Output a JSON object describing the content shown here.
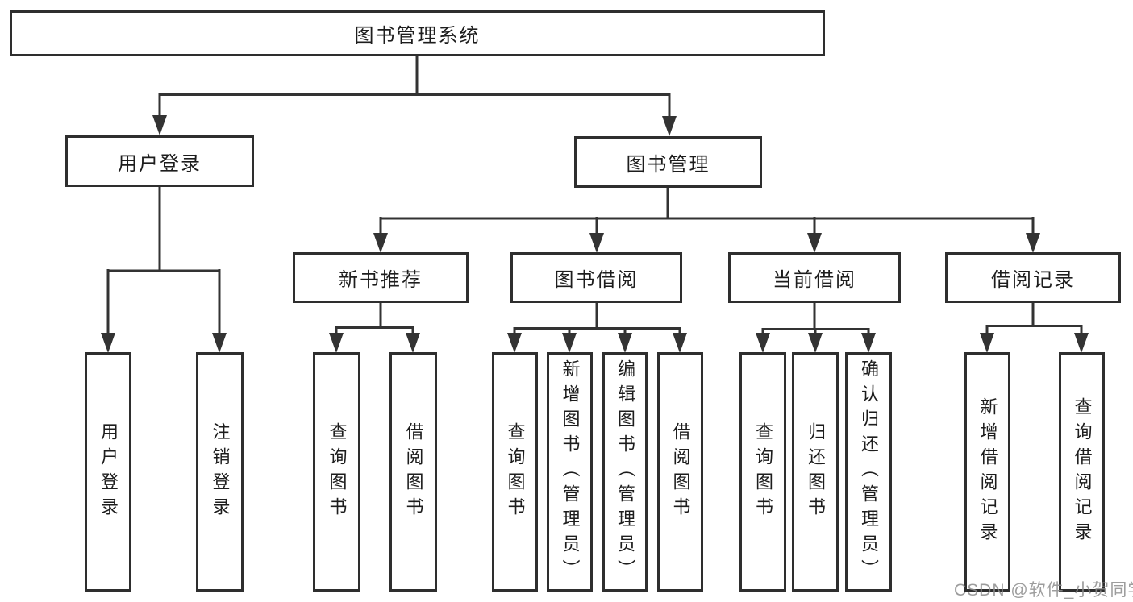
{
  "nodes": {
    "root": "图书管理系统",
    "user_login": "用户登录",
    "book_management": "图书管理",
    "new_book_recommend": "新书推荐",
    "book_borrowing": "图书借阅",
    "current_borrowing": "当前借阅",
    "borrowing_records": "借阅记录",
    "leaf_user_login": "用户登录",
    "leaf_logout": "注销登录",
    "leaf_query_books_1": "查询图书",
    "leaf_borrow_books_1": "借阅图书",
    "leaf_query_books_2": "查询图书",
    "leaf_add_books_admin": "新增图书（管理员）",
    "leaf_edit_books_admin": "编辑图书（管理员）",
    "leaf_borrow_books_2": "借阅图书",
    "leaf_query_books_3": "查询图书",
    "leaf_return_books": "归还图书",
    "leaf_confirm_return_admin": "确认归还（管理员）",
    "leaf_add_borrow_record": "新增借阅记录",
    "leaf_query_borrow_record": "查询借阅记录"
  },
  "watermark": "CSDN @软件_小贺同学",
  "colors": {
    "line": "#333333",
    "box_border": "#2e2e2e",
    "text": "#1d1d1d",
    "watermark": "#8c8c8c",
    "background": "#ffffff"
  }
}
